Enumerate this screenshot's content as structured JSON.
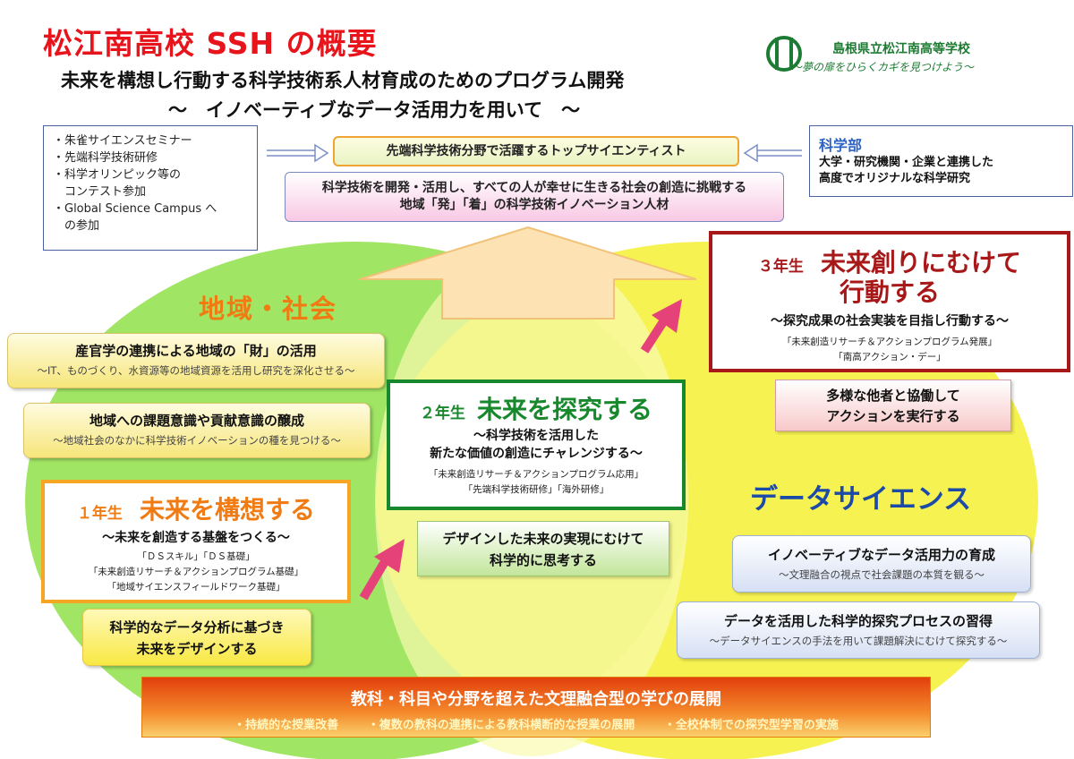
{
  "title": "松江南高校 SSH の概要",
  "subtitle": "未来を構想し行動する科学技術系人材育成のためのプログラム開発",
  "subtitle2": "～　イノベーティブなデータ活用力を用いて　～",
  "school": {
    "name": "島根県立松江南高等学校",
    "motto": "～夢の扉をひらくカギを見つけよう～"
  },
  "left_list": [
    "・朱雀サイエンスセミナー",
    "・先端科学技術研修",
    "・科学オリンピック等の",
    "　コンテスト参加",
    "・Global Science Campus へ",
    "　の参加"
  ],
  "right_box": {
    "heading": "科学部",
    "text1": "大学・研究機関・企業と連携した",
    "text2": "高度でオリジナルな科学研究"
  },
  "top_scientist": "先端科学技術分野で活躍するトップサイエンティスト",
  "top_goal": {
    "line1": "科学技術を開発・活用し、すべての人が幸せに生きる社会の創造に挑戦する",
    "line2": "地域「発」「着」の科学技術イノベーション人材"
  },
  "region_label": "地域・社会",
  "data_science_label": "データサイエンス",
  "region_items": [
    {
      "main": "産官学の連携による地域の「財」の活用",
      "sub": "～IT、ものづくり、水資源等の地域資源を活用し研究を深化させる～"
    },
    {
      "main": "地域への課題意識や貢献意識の醸成",
      "sub": "～地域社会のなかに科学技術イノベーションの種を見つける～"
    }
  ],
  "ds_items": [
    {
      "main": "イノベーティブなデータ活用力の育成",
      "sub": "～文理融合の視点で社会課題の本質を観る～"
    },
    {
      "main": "データを活用した科学的探究プロセスの習得",
      "sub": "～データサイエンスの手法を用いて課題解決にむけて探究する～"
    }
  ],
  "year1": {
    "label": "１年生",
    "heading": "未来を構想する",
    "sub": "～未来を創造する基盤をつくる～",
    "programs": [
      "「ＤＳスキル」「ＤＳ基礎」",
      "「未来創造リサーチ＆アクションプログラム基礎」",
      "「地域サイエンスフィールドワーク基礎」"
    ],
    "outcome1": "科学的なデータ分析に基づき",
    "outcome2": "未来をデザインする"
  },
  "year2": {
    "label": "２年生",
    "heading": "未来を探究する",
    "sub1": "～科学技術を活用した",
    "sub2": "新たな価値の創造にチャレンジする～",
    "programs": [
      "「未来創造リサーチ＆アクションプログラム応用」",
      "「先端科学技術研修」「海外研修」"
    ],
    "outcome1": "デザインした未来の実現にむけて",
    "outcome2": "科学的に思考する"
  },
  "year3": {
    "label": "３年生",
    "heading1": "未来創りにむけて",
    "heading2": "行動する",
    "sub": "～探究成果の社会実装を目指し行動する～",
    "programs": [
      "「未来創造リサーチ＆アクションプログラム発展」",
      "「南高アクション・デー」"
    ],
    "outcome1": "多様な他者と協働して",
    "outcome2": "アクションを実行する"
  },
  "bottom": {
    "title": "教科・科目や分野を超えた文理融合型の学びの展開",
    "items": [
      "・持続的な授業改善",
      "・複数の教科の連携による教科横断的な授業の展開",
      "・全校体制での探究型学習の実施"
    ]
  },
  "colors": {
    "region_circle": "#8fe048",
    "ds_circle": "#f4f032",
    "year1": "#f5a623",
    "year2": "#17882c",
    "year3": "#a81818",
    "title": "#e8141b"
  }
}
